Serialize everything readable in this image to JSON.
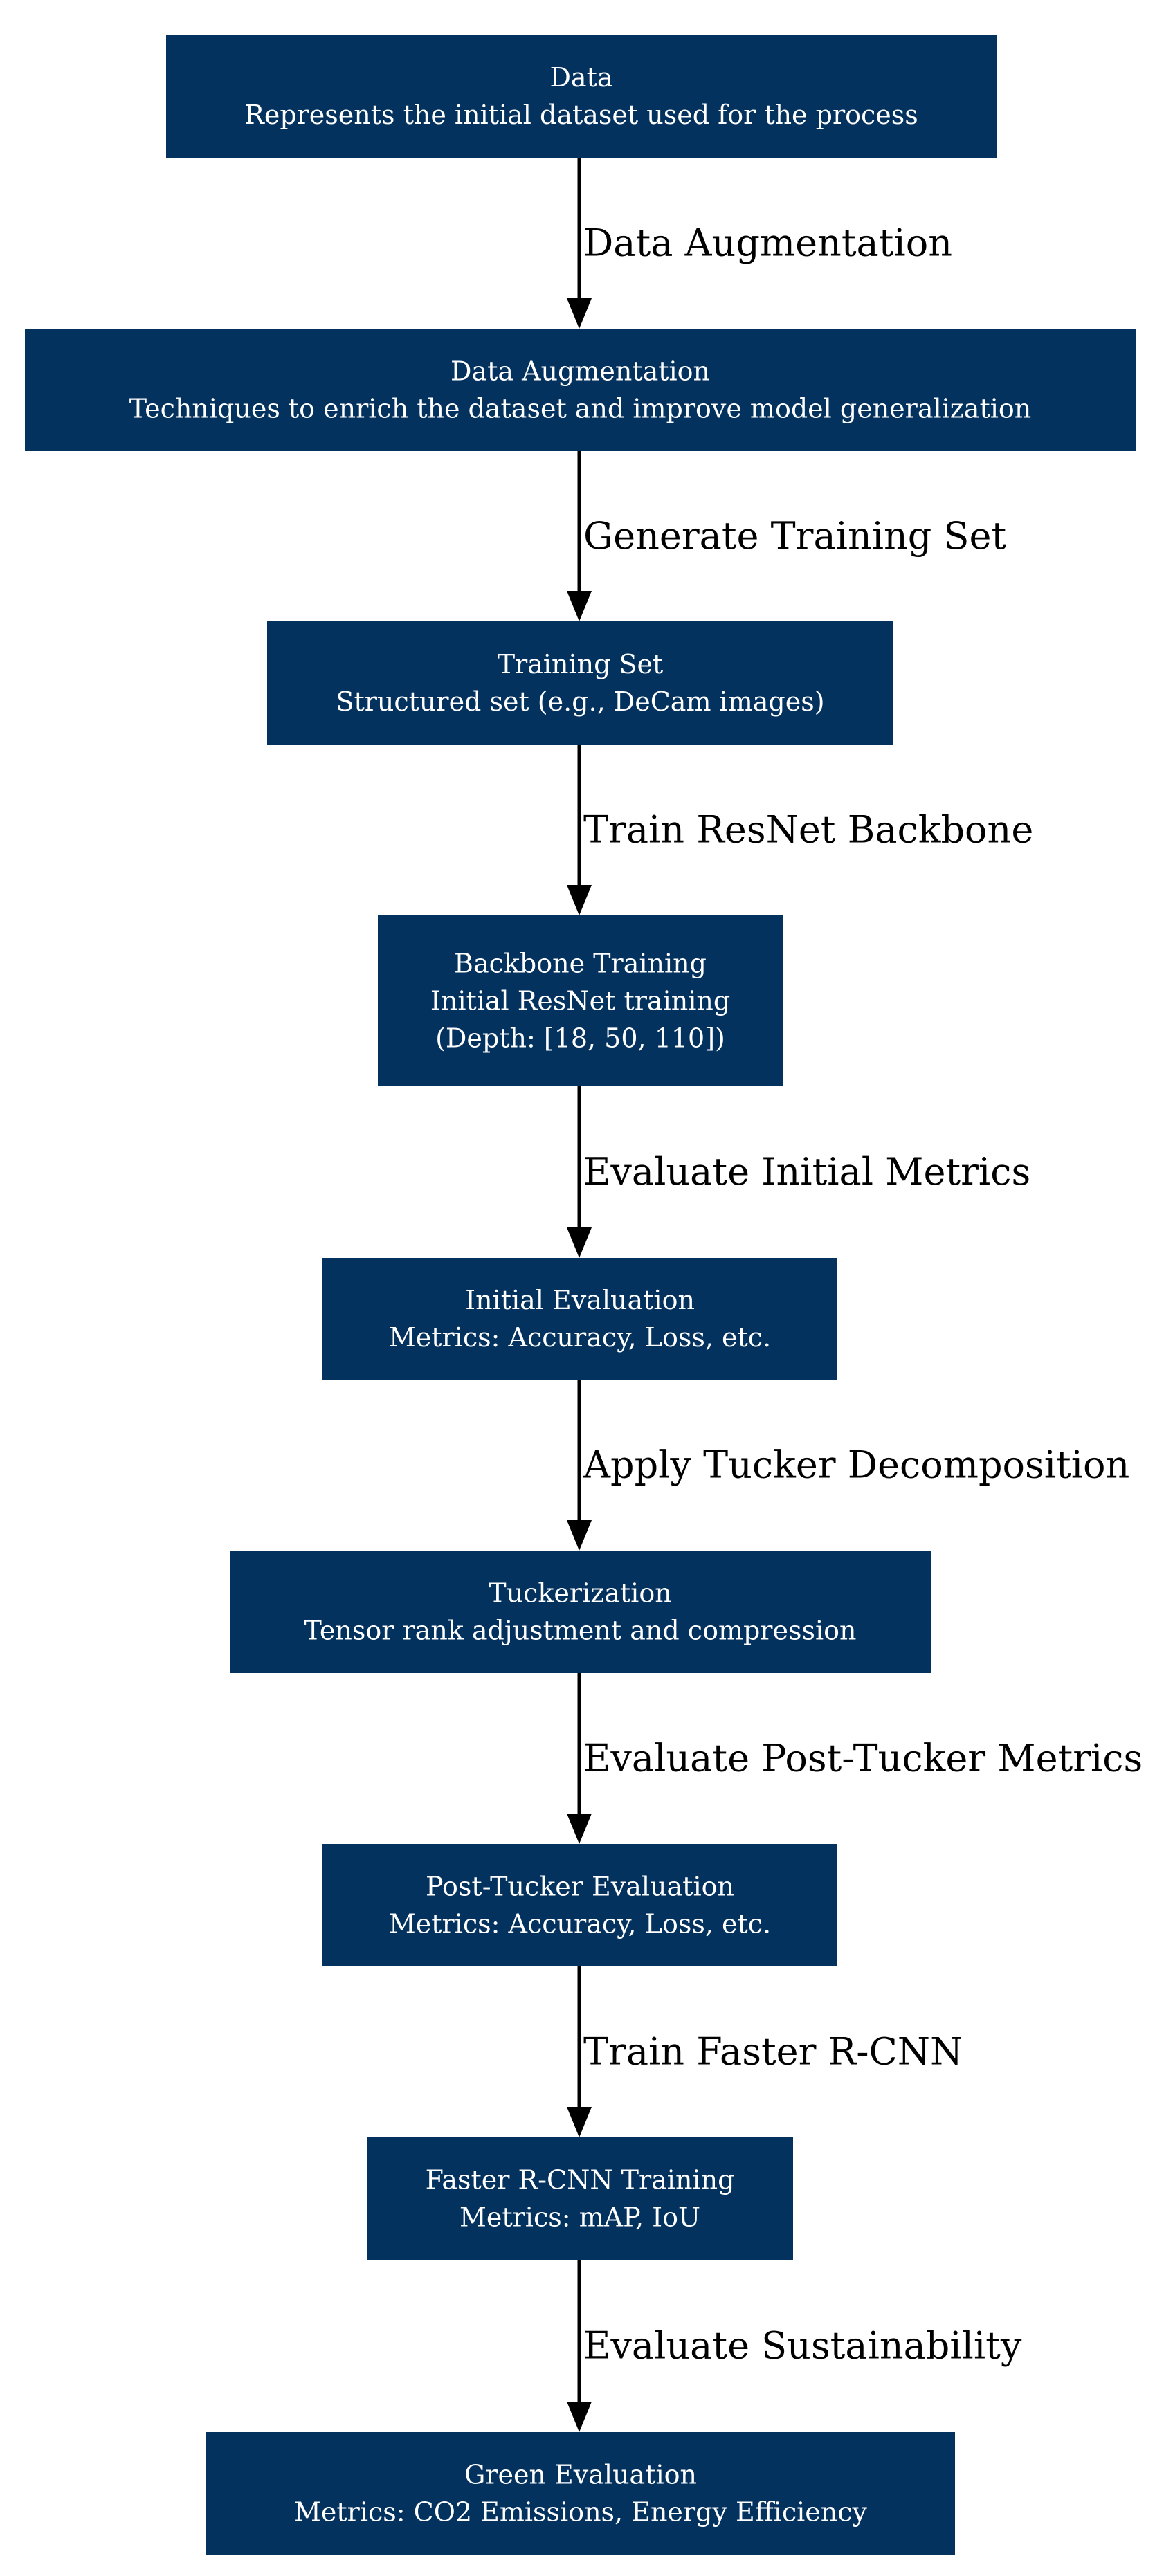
{
  "colors": {
    "node_fill": "#04325f",
    "node_text": "#ffffff",
    "edge": "#000000",
    "background": "#ffffff"
  },
  "nodes": [
    {
      "id": "data",
      "title": "Data",
      "lines": [
        "Represents the initial dataset used for the process"
      ]
    },
    {
      "id": "data-augmentation",
      "title": "Data Augmentation",
      "lines": [
        "Techniques to enrich the dataset and improve model generalization"
      ]
    },
    {
      "id": "training-set",
      "title": "Training Set",
      "lines": [
        "Structured set (e.g., DeCam images)"
      ]
    },
    {
      "id": "backbone-training",
      "title": "Backbone Training",
      "lines": [
        "Initial ResNet training",
        "(Depth: [18, 50, 110])"
      ]
    },
    {
      "id": "initial-evaluation",
      "title": "Initial Evaluation",
      "lines": [
        "Metrics: Accuracy, Loss, etc."
      ]
    },
    {
      "id": "tuckerization",
      "title": "Tuckerization",
      "lines": [
        "Tensor rank adjustment and compression"
      ]
    },
    {
      "id": "post-tucker-evaluation",
      "title": "Post-Tucker Evaluation",
      "lines": [
        "Metrics: Accuracy, Loss, etc."
      ]
    },
    {
      "id": "faster-rcnn-training",
      "title": "Faster R-CNN Training",
      "lines": [
        "Metrics: mAP, IoU"
      ]
    },
    {
      "id": "green-evaluation",
      "title": "Green Evaluation",
      "lines": [
        "Metrics: CO2 Emissions, Energy Efficiency"
      ]
    }
  ],
  "edges": [
    {
      "from": "data",
      "to": "data-augmentation",
      "label": "Data Augmentation"
    },
    {
      "from": "data-augmentation",
      "to": "training-set",
      "label": "Generate Training Set"
    },
    {
      "from": "training-set",
      "to": "backbone-training",
      "label": "Train ResNet Backbone"
    },
    {
      "from": "backbone-training",
      "to": "initial-evaluation",
      "label": "Evaluate Initial Metrics"
    },
    {
      "from": "initial-evaluation",
      "to": "tuckerization",
      "label": "Apply Tucker Decomposition"
    },
    {
      "from": "tuckerization",
      "to": "post-tucker-evaluation",
      "label": "Evaluate Post-Tucker Metrics"
    },
    {
      "from": "post-tucker-evaluation",
      "to": "faster-rcnn-training",
      "label": "Train Faster R-CNN"
    },
    {
      "from": "faster-rcnn-training",
      "to": "green-evaluation",
      "label": "Evaluate Sustainability"
    }
  ]
}
